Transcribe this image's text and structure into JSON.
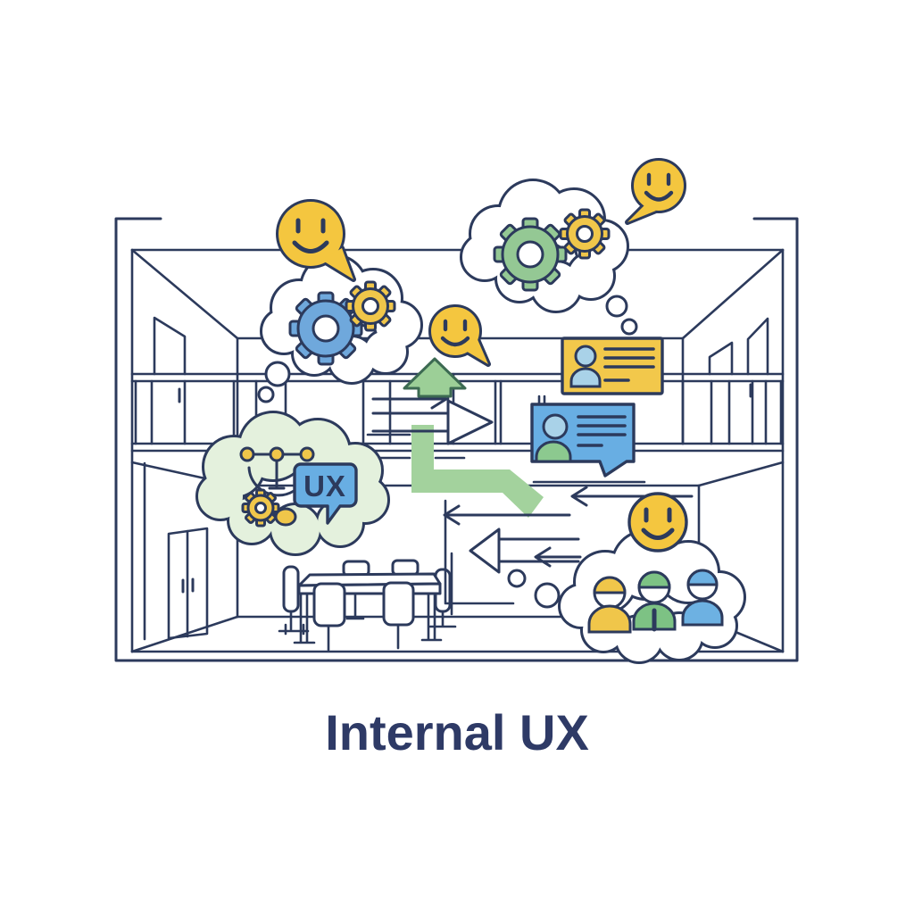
{
  "title": "Internal UX",
  "ux_bubble": {
    "label": "UX"
  },
  "colors": {
    "background": "#ffffff",
    "line": "#2c3a5c",
    "text": "#2e3a66",
    "yellow": "#f4c63f",
    "gear-blue": "#6fa8dc",
    "gear-green": "#94c894",
    "gear-yellow": "#f0c64a",
    "cloud-green": "#e4f1dd",
    "card-yellow": "#f2c84b",
    "card-blue": "#68aee3",
    "person-lightblue": "#a9d2e8",
    "person-green": "#8cc98f",
    "shirt-yellow": "#f0c64a",
    "shirt-green": "#7dc284",
    "shirt-blue": "#6db1e2",
    "green-arrow": "#9ccf97",
    "green-band": "#a3d29d",
    "green-arrow-outline": "#3c6a52"
  },
  "icons": [
    "smiley-speech-bubble-icon",
    "gears-thought-cloud-icon",
    "ux-thought-cloud-icon",
    "org-chart-icon",
    "profile-card-icon",
    "chat-bubble-card-icon",
    "team-thought-cloud-icon",
    "up-arrow-icon",
    "right-arrow-icon",
    "left-arrow-icon",
    "conference-table-icon",
    "building-cross-section"
  ]
}
